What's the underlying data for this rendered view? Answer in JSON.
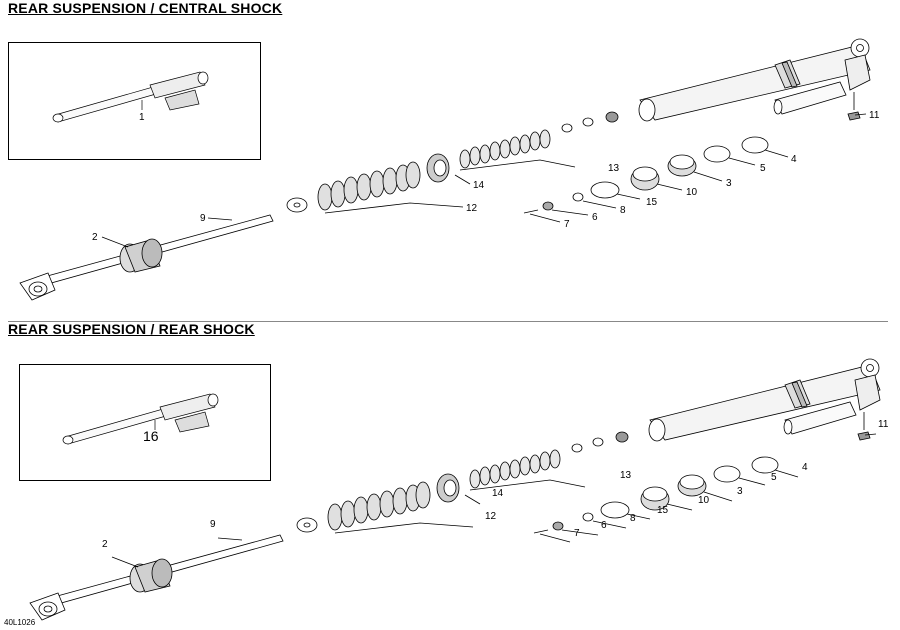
{
  "sections": [
    {
      "title": "REAR SUSPENSION / CENTRAL SHOCK",
      "inset_label": "1",
      "callouts": [
        "9",
        "2",
        "12",
        "14",
        "13",
        "11",
        "4",
        "5",
        "3",
        "10",
        "15",
        "8",
        "6",
        "7"
      ]
    },
    {
      "title": "REAR SUSPENSION / REAR SHOCK",
      "inset_label": "16",
      "callouts": [
        "9",
        "2",
        "12",
        "14",
        "13",
        "11",
        "4",
        "5",
        "3",
        "10",
        "15",
        "8",
        "6",
        "7"
      ]
    }
  ],
  "reference_code": "40L1026"
}
